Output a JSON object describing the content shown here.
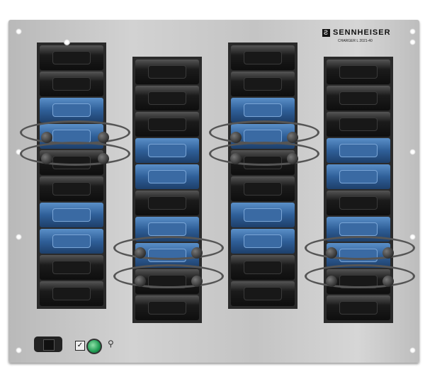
{
  "brand": {
    "name": "SENNHEISER",
    "model": "CHARGER L 2021-40",
    "logo_icon": "sennheiser-logo"
  },
  "columns": [
    {
      "slots": [
        "empty",
        "empty",
        "receiver",
        "receiver",
        "empty",
        "empty",
        "receiver",
        "receiver",
        "empty",
        "empty"
      ]
    },
    {
      "slots": [
        "empty",
        "empty",
        "empty",
        "receiver",
        "receiver",
        "empty",
        "receiver",
        "receiver",
        "empty",
        "empty"
      ]
    },
    {
      "slots": [
        "empty",
        "empty",
        "receiver",
        "receiver",
        "empty",
        "empty",
        "receiver",
        "receiver",
        "empty",
        "empty"
      ]
    },
    {
      "slots": [
        "empty",
        "empty",
        "empty",
        "receiver",
        "receiver",
        "empty",
        "receiver",
        "receiver",
        "empty",
        "empty"
      ]
    }
  ],
  "controls": {
    "power_switch": "power-switch",
    "status_icon": "checkmark-icon",
    "indicator_color": "#1e9b52",
    "usb_icon": "usb-icon"
  },
  "colors": {
    "panel": "#c8c8c8",
    "receiver": "#2f5f98"
  }
}
